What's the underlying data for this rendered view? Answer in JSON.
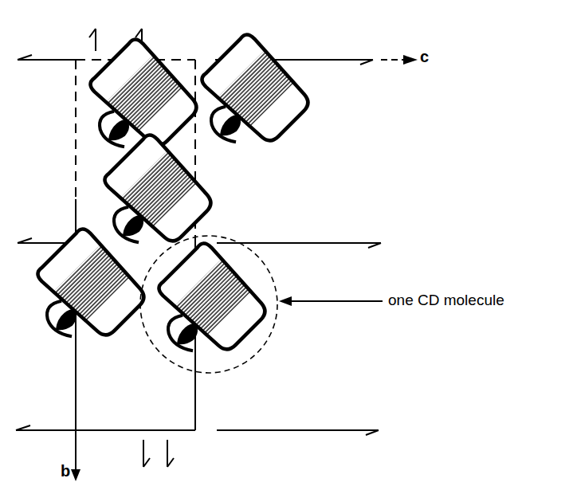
{
  "diagram": {
    "labels": [
      "c",
      "b",
      "one CD molecule"
    ]
  }
}
